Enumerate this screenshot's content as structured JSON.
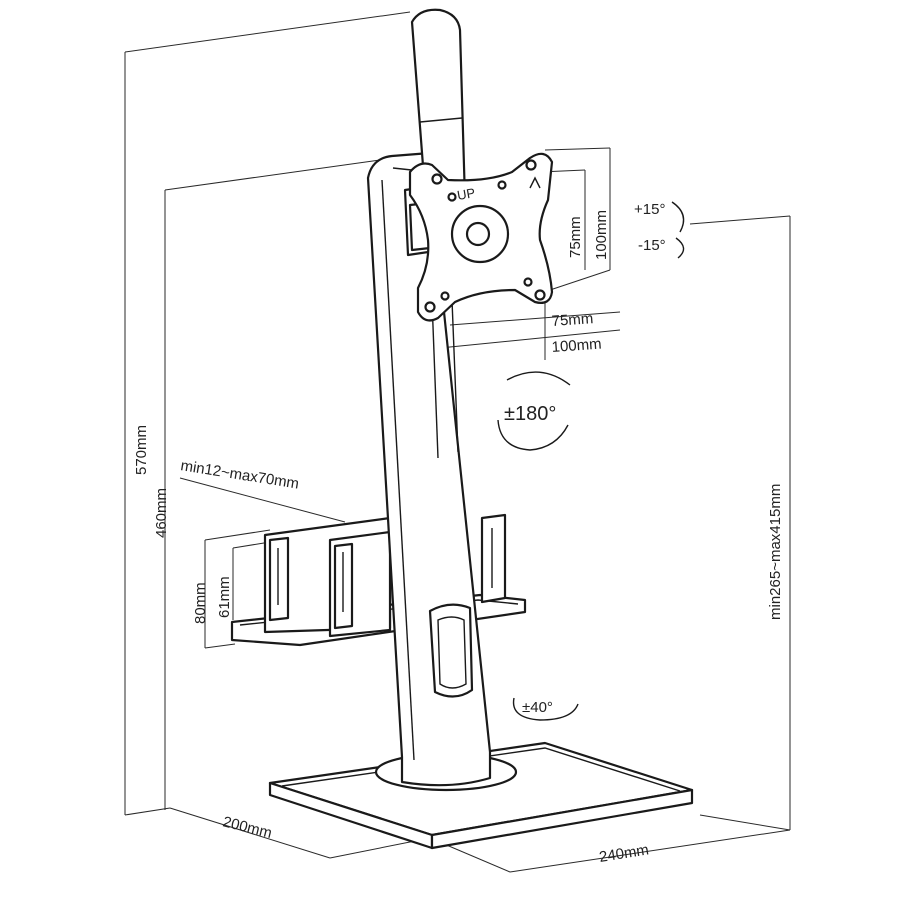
{
  "dimensions": {
    "total_height": "570mm",
    "pole_height": "460mm",
    "monitor_height_range": "min265~max415mm",
    "clamp_width_range": "min12~max70mm",
    "tray_height": "80mm",
    "tray_inner_height": "61mm",
    "base_depth": "200mm",
    "base_width": "240mm",
    "vesa_75_v": "75mm",
    "vesa_100_v": "100mm",
    "vesa_75_h": "75mm",
    "vesa_100_h": "100mm"
  },
  "rotation": {
    "tilt_up": "+15°",
    "tilt_down": "-15°",
    "rotate": "±180°",
    "swivel": "±40°"
  },
  "plate_label": "UP"
}
